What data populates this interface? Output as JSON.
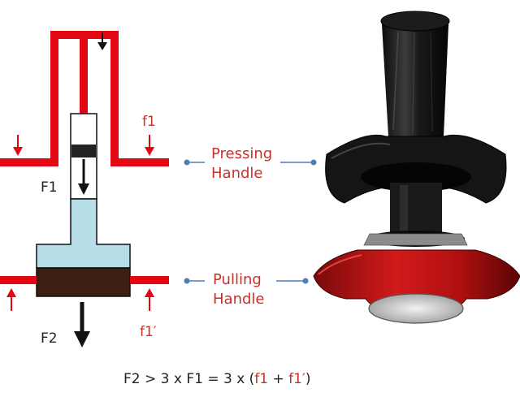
{
  "labels": {
    "f1": "f1",
    "F1": "F1",
    "F2": "F2",
    "f1_prime": "f1′",
    "pressing_line1": "Pressing",
    "pressing_line2": "Handle",
    "pulling_line1": "Pulling",
    "pulling_line2": "Handle"
  },
  "formula": {
    "part1": "F2 > 3 x F1 = 3 x (",
    "f1": "f1",
    "plus": " + ",
    "f1_prime": "f1′",
    "close": ")"
  },
  "colors": {
    "red": "#e30613",
    "label_red": "#c8302a",
    "connector_blue": "#4a7fb5",
    "water": "#b7dde8",
    "coffee": "#3d1f12",
    "text": "#222222"
  }
}
